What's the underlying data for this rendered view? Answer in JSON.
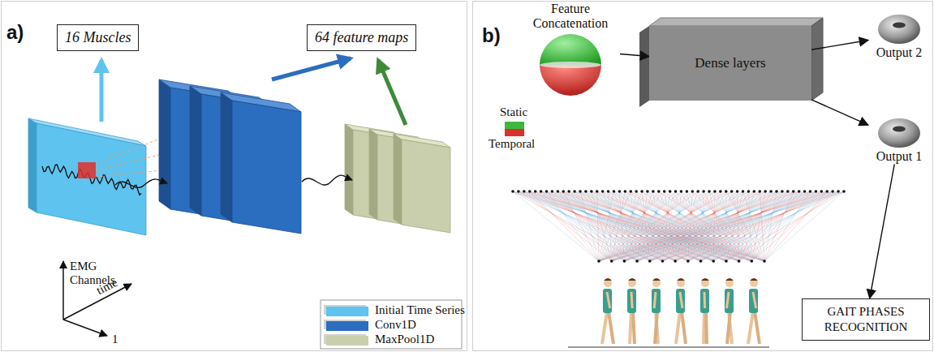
{
  "diagram": {
    "nodes": [
      {
        "text": [
          "16 Muscles"
        ]
      },
      {
        "text": [
          "64 feature maps"
        ]
      },
      {
        "text": [
          "Feature Concatenation"
        ]
      },
      {
        "text": [
          "Dense layers"
        ]
      },
      {
        "text": [
          "Output 2"
        ]
      },
      {
        "text": [
          "Output 1"
        ]
      },
      {
        "text": [
          "GAIT PHASES RECOGNITION"
        ]
      }
    ],
    "edges": [
      {
        "from": 2,
        "to": 3,
        "arrow": "to"
      },
      {
        "from": 3,
        "to": 4,
        "arrow": "to"
      },
      {
        "from": 3,
        "to": 5,
        "arrow": "to"
      },
      {
        "from": 5,
        "to": 6,
        "arrow": "to"
      }
    ],
    "labels": [
      "a)",
      "b)",
      "EMG Channels",
      "time",
      "1"
    ],
    "legend": [
      {
        "text": "Initial Time Series",
        "color": "#5ec3ee"
      },
      {
        "text": "Conv1D",
        "color": "#2b6dbf"
      },
      {
        "text": "MaxPool1D",
        "color": "#c9cfac"
      },
      {
        "text": "Static",
        "color": "#3db83d"
      },
      {
        "text": "Temporal",
        "color": "#d9302c"
      }
    ]
  }
}
